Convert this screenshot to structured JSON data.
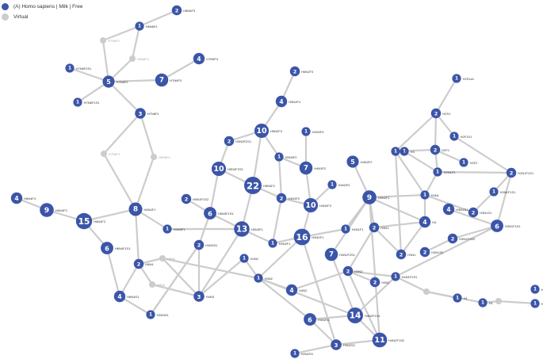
{
  "legend": {
    "items": [
      {
        "label": "(A) Homo sapiens | Milk | Free",
        "color": "#3b55a8"
      },
      {
        "label": "Virtual",
        "color": "#cccccc"
      }
    ]
  },
  "colors": {
    "node": "#3b55a8",
    "virtual": "#cccccc",
    "edge": "#cccccc",
    "label": "#333333",
    "virtual_label": "#aaaaaa"
  },
  "nodes": [
    {
      "id": "H8N6F3",
      "count": 2
    },
    {
      "id": "H8N6F2",
      "count": 1
    },
    {
      "id": "H7N6F2",
      "count": null
    },
    {
      "id": "H6N6F2",
      "count": null
    },
    {
      "id": "H7N6F4",
      "count": 4
    },
    {
      "id": "H7N6F2S1",
      "count": 1
    },
    {
      "id": "H7N6F3",
      "count": 5
    },
    {
      "id": "H7N5F3",
      "count": 7
    },
    {
      "id": "H7N6F1S1",
      "count": 1
    },
    {
      "id": "H7N6F1",
      "count": 3
    },
    {
      "id": "H7N6F1b",
      "count": null
    },
    {
      "id": "H6N6F1",
      "count": null
    },
    {
      "id": "H6N4F4",
      "count": 4
    },
    {
      "id": "H6N4F3",
      "count": 9
    },
    {
      "id": "H6N4F2",
      "count": 15
    },
    {
      "id": "H6N4F1",
      "count": 8
    },
    {
      "id": "H6N4F1S1",
      "count": 6
    },
    {
      "id": "H6N4",
      "count": 2
    },
    {
      "id": "H5N4",
      "count": null
    },
    {
      "id": "H5N4b",
      "count": null
    },
    {
      "id": "H6N4S1",
      "count": 4
    },
    {
      "id": "H5N4S1",
      "count": 1
    },
    {
      "id": "H6N2F3",
      "count": 2
    },
    {
      "id": "H5N2F4",
      "count": 4
    },
    {
      "id": "H5N2F3",
      "count": 10
    },
    {
      "id": "H5N3F2S1",
      "count": 2
    },
    {
      "id": "H5N3F2",
      "count": 1
    },
    {
      "id": "H5N2F4b",
      "count": 1
    },
    {
      "id": "H4N3F2",
      "count": 7
    },
    {
      "id": "H5N3F2S1b",
      "count": 10
    },
    {
      "id": "H5N3F2b",
      "count": 22
    },
    {
      "id": "H4N2F2",
      "count": 2
    },
    {
      "id": "H4N3F1S2",
      "count": 2
    },
    {
      "id": "H5N3F1S1",
      "count": 6
    },
    {
      "id": "H4N3F1",
      "count": 1
    },
    {
      "id": "H5N3F1",
      "count": 13
    },
    {
      "id": "H4N3S1",
      "count": 2
    },
    {
      "id": "H4N3F3",
      "count": 1
    },
    {
      "id": "H4N2F3",
      "count": 10
    },
    {
      "id": "H4N2F3b",
      "count": 5
    },
    {
      "id": "H4N2F2b",
      "count": 1
    },
    {
      "id": "H4N2F1",
      "count": 1
    },
    {
      "id": "H4N2",
      "count": 1
    },
    {
      "id": "H4N2b",
      "count": 1
    },
    {
      "id": "H4N3",
      "count": 3
    },
    {
      "id": "H4N2P1",
      "count": 16
    },
    {
      "id": "H3N1F1",
      "count": 1
    },
    {
      "id": "H3N2F1",
      "count": 9
    },
    {
      "id": "H3N2F1S1",
      "count": 7
    },
    {
      "id": "H3N2",
      "count": 2
    },
    {
      "id": "H3N1",
      "count": 2
    },
    {
      "id": "H3N1F1b",
      "count": 1
    },
    {
      "id": "H3N2b",
      "count": 4
    },
    {
      "id": "H4N2S1",
      "count": 6
    },
    {
      "id": "H3N2S2",
      "count": 3
    },
    {
      "id": "H4N2F1S2",
      "count": 11
    },
    {
      "id": "H3N2F1S1b",
      "count": 14
    },
    {
      "id": "H3N2S3",
      "count": 1
    },
    {
      "id": "H4N2S2",
      "count": 2
    },
    {
      "id": "H3N1b",
      "count": 2
    },
    {
      "id": "H3N1F1S1",
      "count": 1
    },
    {
      "id": "H3N2c",
      "count": 4
    },
    {
      "id": "H2N1",
      "count": 1
    },
    {
      "id": "H2N1F1S1",
      "count": 2
    },
    {
      "id": "H2N1F1S1b",
      "count": 1
    },
    {
      "id": "H3N1S1",
      "count": 4
    },
    {
      "id": "H3N1F1S2",
      "count": 2
    },
    {
      "id": "H3N1S2",
      "count": 2
    },
    {
      "id": "H3N1F1S1b",
      "count": 6
    },
    {
      "id": "H2N1S1",
      "count": 2
    },
    {
      "id": "H2N1b",
      "count": 1
    },
    {
      "id": "H2N1F1",
      "count": 1
    },
    {
      "id": "H2",
      "count": 1
    },
    {
      "id": "H2S1",
      "count": 2
    },
    {
      "id": "H2S1a1",
      "count": 1
    },
    {
      "id": "H2F1S1",
      "count": 1
    },
    {
      "id": "H2F1",
      "count": 2
    },
    {
      "id": "H2F2",
      "count": 1
    },
    {
      "id": "H3",
      "count": null
    },
    {
      "id": "H1",
      "count": 1
    },
    {
      "id": "Hv",
      "count": null
    },
    {
      "id": "H7",
      "count": 1
    },
    {
      "id": "H8",
      "count": 1
    }
  ]
}
